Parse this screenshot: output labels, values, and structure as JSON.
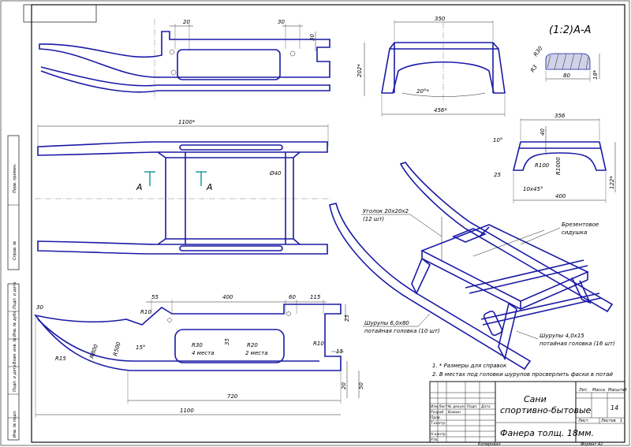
{
  "title_block": {
    "name_line1": "Сани",
    "name_line2": "спортивно-бытовые",
    "material": "Фанера толщ. 18мм.",
    "sheet_number": "14",
    "col_lit": "Лит.",
    "col_mass": "Масса",
    "col_scale": "Масштаб",
    "label_sheet": "Лист",
    "label_sheets": "Листов",
    "sheets_count": "1",
    "rows": [
      "Изм",
      "Лист",
      "№ докум.",
      "Подп.",
      "Дата"
    ],
    "roles": [
      "Разраб.",
      "Пров.",
      "Т.контр.",
      "Н.контр.",
      "Утв."
    ],
    "designer": "Важин",
    "copied": "Копировал",
    "format": "Формат  А2"
  },
  "notes": {
    "note1": "1. * Размеры для справок",
    "note2": "2. В местах под головки шурупов просверлить фаски в потай"
  },
  "section_title": "(1:2)А-А",
  "section_label": "А",
  "callouts": {
    "angle": "Уголок 20х20х2",
    "angle_qty": "(12 шт)",
    "canvas": "Брезентовое",
    "canvas2": "сидушка",
    "screws1": "Шурупы 6,0х80",
    "screws1b": "потайная головка (10 шт)",
    "screws2": "Шурупы 4,0х15",
    "screws2b": "потайная головка (16 шт)"
  },
  "dims": {
    "top_20": "20",
    "top_30": "30",
    "top_30v": "30",
    "plan_1100": "1100*",
    "plan_d40": "Ø40",
    "side_55": "55",
    "side_400": "400",
    "side_60": "60",
    "side_115": "115",
    "side_25": "25",
    "side_15": "15",
    "side_20": "20",
    "side_50": "50",
    "side_720": "720",
    "side_1100": "1100",
    "side_30": "30",
    "side_r10a": "R10",
    "side_r10b": "R10",
    "side_r15": "R15",
    "side_r30": "R30",
    "side_r30_note": "4 места",
    "side_r20": "R20",
    "side_r20_note": "2 места",
    "side_35": "35",
    "side_r500": "R500",
    "side_r800": "R800",
    "side_15deg": "15°",
    "front_350": "350",
    "front_202": "202*",
    "front_20deg": "20°*",
    "front_456": "456*",
    "sect_r30": "R30",
    "sect_r3": "R3",
    "sect_80": "80",
    "sect_18": "18*",
    "end_356": "356",
    "end_40": "40",
    "end_10deg": "10°",
    "end_r100": "R100",
    "end_r1000": "R1000",
    "end_25": "25",
    "end_chamfer": "10х45°",
    "end_122": "122*",
    "end_400": "400"
  },
  "stamp_left": [
    "Перв. примен.",
    "Справ. №",
    "Подп. и дата",
    "Инв. № дубл.",
    "Взам. инв. №",
    "Подп. и дата",
    "Инв. № подл."
  ]
}
